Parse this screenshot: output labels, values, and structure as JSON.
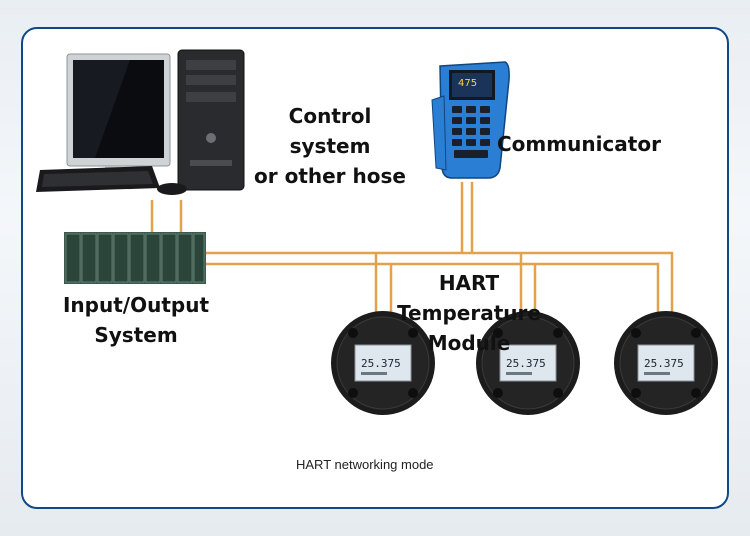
{
  "labels": {
    "control_system_line1": "Control system",
    "control_system_line2": "or other hose",
    "communicator": "Communicator",
    "io_line1": "Input/Output",
    "io_line2": "System",
    "module_line1": "HART Temperature",
    "module_line2": "Module"
  },
  "caption": "HART networking mode",
  "devices": [
    {
      "reading": "25.375"
    },
    {
      "reading": "25.375"
    },
    {
      "reading": "25.375"
    }
  ],
  "communicator_screen": "475",
  "colors": {
    "frame_border": "#0f4a86",
    "wire": "#e2a14a",
    "communicator_body": "#2a7fd4",
    "device_body": "#1c1c1c"
  }
}
